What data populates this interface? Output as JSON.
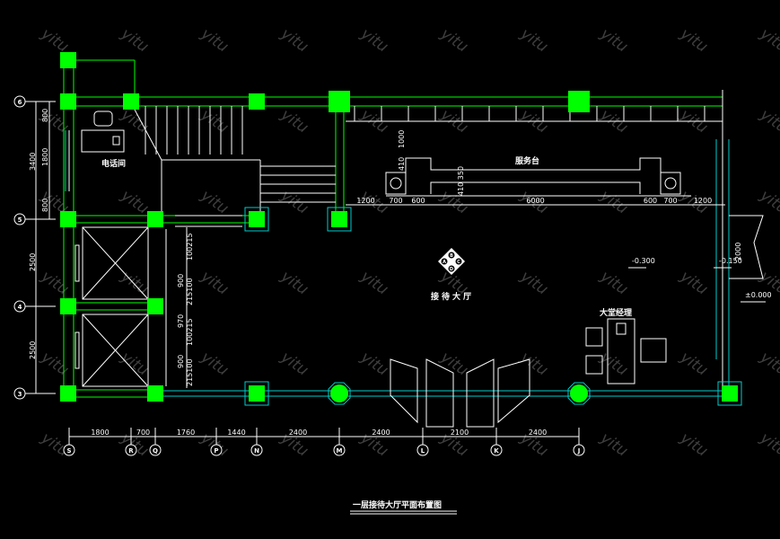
{
  "title": "一层接待大厅平面布置图",
  "watermark": "yitu",
  "rooms": {
    "phone_room": "电话间",
    "service_desk": "服务台",
    "hall": "接待大厅",
    "lobby_manager": "大堂经理"
  },
  "index_symbol": {
    "top": "B",
    "left": "A",
    "right": "C",
    "bottom": "D"
  },
  "elevations": {
    "e1": "-0.300",
    "e2": "-0.150",
    "e3": "±0.000"
  },
  "row_axes": [
    "6",
    "5",
    "4",
    "3"
  ],
  "col_axes": [
    "S",
    "R",
    "Q",
    "P",
    "N",
    "M",
    "L",
    "K",
    "J"
  ],
  "left_dims": {
    "total_top": "3400",
    "a": "800",
    "b": "1800",
    "c": "800",
    "d": "2500",
    "e": "2500"
  },
  "bottom_dims": [
    "1800",
    "700",
    "1760",
    "1440",
    "2400",
    "2400",
    "2100",
    "2400"
  ],
  "desk_dims": [
    "1200",
    "700",
    "600",
    "6000",
    "600",
    "700",
    "1200"
  ],
  "desk_vert_dims": {
    "a": "1000",
    "b": "410",
    "c": "410 350"
  },
  "elevator_dims": [
    "100215",
    "900",
    "215100",
    "970",
    "100215",
    "900",
    "215100"
  ],
  "door_dim": "2000"
}
